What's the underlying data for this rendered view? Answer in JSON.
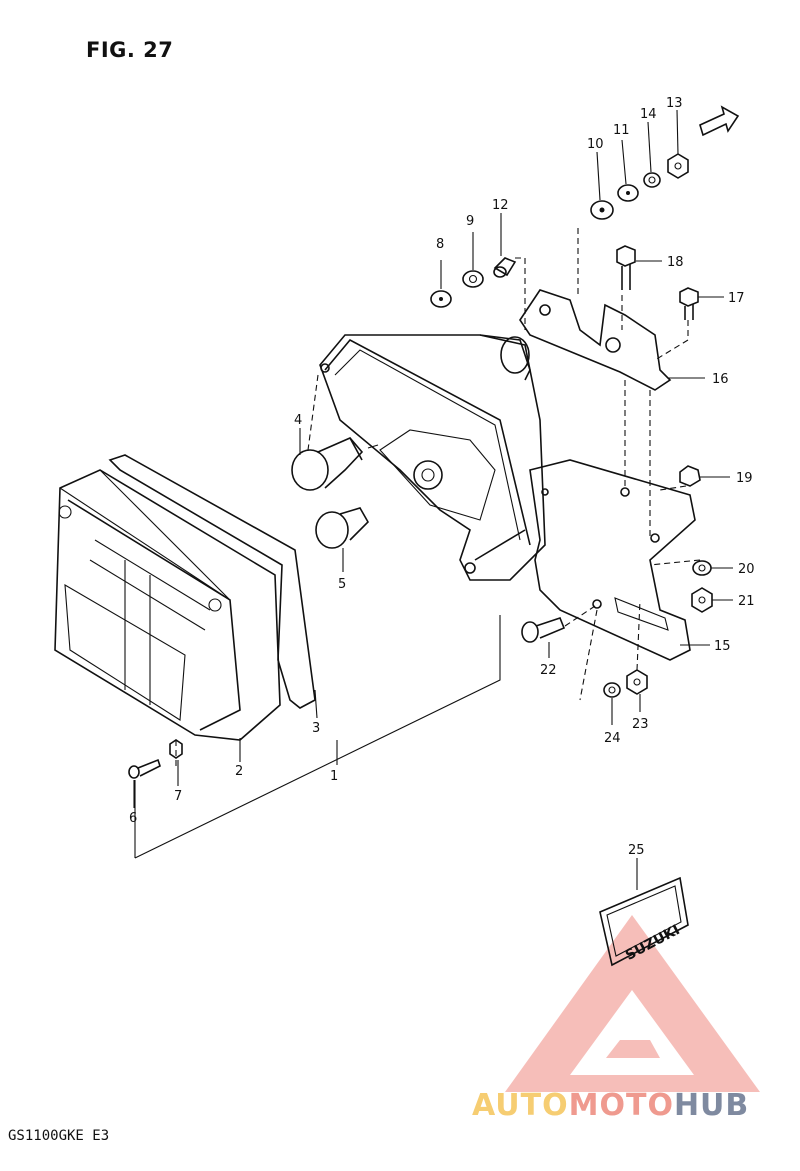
{
  "figure": {
    "title": "FIG. 27",
    "model_code": "GS1100GKE E3"
  },
  "parts": [
    {
      "num": "1"
    },
    {
      "num": "2"
    },
    {
      "num": "3"
    },
    {
      "num": "4"
    },
    {
      "num": "5"
    },
    {
      "num": "6"
    },
    {
      "num": "7"
    },
    {
      "num": "8"
    },
    {
      "num": "9"
    },
    {
      "num": "10"
    },
    {
      "num": "11"
    },
    {
      "num": "12"
    },
    {
      "num": "13"
    },
    {
      "num": "14"
    },
    {
      "num": "15"
    },
    {
      "num": "16"
    },
    {
      "num": "17"
    },
    {
      "num": "18"
    },
    {
      "num": "19"
    },
    {
      "num": "20"
    },
    {
      "num": "21"
    },
    {
      "num": "22"
    },
    {
      "num": "23"
    },
    {
      "num": "24"
    },
    {
      "num": "25"
    }
  ],
  "emblem": {
    "text": "SUZUKI"
  },
  "watermark": {
    "part1": "AUTO",
    "part2": "MOTO",
    "part3": "HUB",
    "colors": {
      "auto": "#f6cd72",
      "moto": "#ef9a8f",
      "hub": "#7f8aa0",
      "triangle": "#f08a80"
    }
  }
}
